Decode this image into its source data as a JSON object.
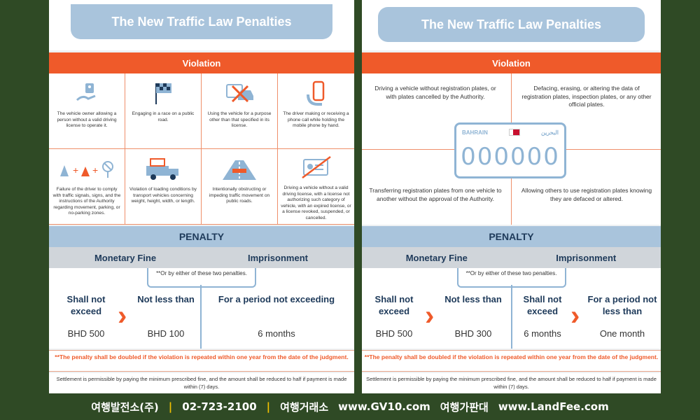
{
  "left": {
    "title": "The New Traffic Law Penalties",
    "violation_label": "Violation",
    "violations": [
      {
        "icon": "hand-car-key-icon",
        "text": "The vehicle owner allowing a person without a valid driving license to operate it."
      },
      {
        "icon": "checkered-flag-icon",
        "text": "Engaging in a race on a public road."
      },
      {
        "icon": "crossed-car-icon",
        "text": "Using the vehicle for a purpose other than that specified in its license."
      },
      {
        "icon": "hand-phone-icon",
        "text": "The driver making or receiving a phone call while holding the mobile phone by hand."
      },
      {
        "icon": "road-signs-icon",
        "text": "Failure of the driver to comply with traffic signals, signs, and the instructions of the Authority regarding movement, parking, or no-parking zones."
      },
      {
        "icon": "loaded-truck-icon",
        "text": "Violation of loading conditions by transport vehicles concerning weight, height, width, or length."
      },
      {
        "icon": "blocked-road-icon",
        "text": "Intentionally obstructing or impeding traffic movement on public roads."
      },
      {
        "icon": "crossed-license-icon",
        "text": "Driving a vehicle without a valid driving license, with a license not authorizing such category of vehicle, with an expired license, or a license revoked, suspended, or cancelled."
      }
    ],
    "penalty_label": "PENALTY",
    "monetary_label": "Monetary Fine",
    "imprisonment_label": "Imprisonment",
    "either_note": "**Or by either of these two penalties.",
    "fine_min_label": "Shall not exceed",
    "fine_min_value": "BHD 500",
    "fine_max_label": "Not less than",
    "fine_max_value": "BHD 100",
    "jail_label": "For a period not exceeding",
    "jail_value": "6 months",
    "doubled_note": "**The penalty shall be doubled if the violation is repeated within one year from the date of the judgment.",
    "settlement_note": "Settlement is permissible by paying the minimum prescribed fine, and the amount shall be reduced to half if payment is made within (7) days."
  },
  "right": {
    "title": "The New Traffic Law Penalties",
    "violation_label": "Violation",
    "violations": [
      "Driving a vehicle without registration plates, or with plates cancelled by the Authority.",
      "Defacing, erasing, or altering the data of registration plates, inspection plates, or any other official plates.",
      "Transferring registration plates from one vehicle to another without the approval of the Authority.",
      "Allowing others to use registration plates knowing they are defaced or altered."
    ],
    "plate_country": "BAHRAIN",
    "plate_arabic": "البحرين",
    "plate_number": "000000",
    "penalty_label": "PENALTY",
    "monetary_label": "Monetary Fine",
    "imprisonment_label": "Imprisonment",
    "either_note": "**Or by either of these two penalties.",
    "fine_a_label": "Shall not exceed",
    "fine_a_value": "BHD 500",
    "fine_b_label": "Not less than",
    "fine_b_value": "BHD 300",
    "jail_a_label": "Shall not exceed",
    "jail_a_value": "6 months",
    "jail_b_label": "For a period not less than",
    "jail_b_value": "One month",
    "doubled_note": "**The penalty shall be doubled if the violation is repeated within one year from the date of the judgment.",
    "settlement_note": "Settlement is permissible by paying the minimum prescribed fine, and the amount shall be reduced to half if payment is made within (7) days."
  },
  "footer": {
    "company": "여행발전소(주)",
    "phone": "02-723-2100",
    "exchange": "여행거래소",
    "site1": "www.GV10.com",
    "board": "여행가판대",
    "site2": "www.LandFee.com",
    "separator": "|"
  },
  "colors": {
    "accent": "#ef5a2a",
    "blue": "#a9c4dc",
    "navy": "#1e3a5a",
    "bg": "#2f4a25"
  }
}
